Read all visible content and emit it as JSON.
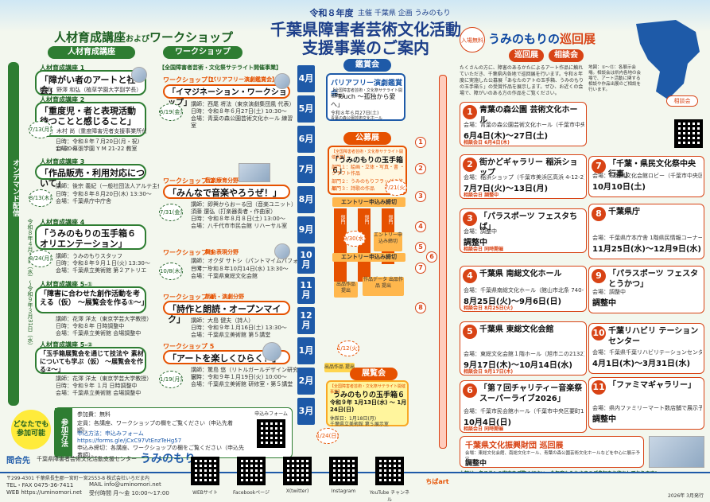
{
  "header": {
    "year": "令和８年度",
    "org_small": "主催 千葉県 企画 うみのもり",
    "title_line1": "千葉県障害者芸術文化活動",
    "title_line2": "支援事業のご案内"
  },
  "left": {
    "heading_main": "人材育成講座",
    "heading_and": "および",
    "heading_ws": "ワークショップ",
    "pill_course": "人材育成講座",
    "pill_ws": "ワークショップ",
    "side_online": "オンデマンド配信",
    "side_period": "令和８年４月１日（水）〜令和９年３月31日（水）",
    "sat_label": "【全国障害者芸術・文化祭サテライト開催事業】",
    "courses": [
      {
        "label": "人材育成講座 1",
        "title": "「障がい者のアートと社会」",
        "meta": "講師：野澤 和弘（植草学園大学副学長）",
        "date": ""
      },
      {
        "label": "人材育成講座 2",
        "title": "「重度児・者と表現活動 待つことと感じること」",
        "meta": "講師：木村 尚（重度障害児者支援事業所代表）",
        "date": "7/13(月)",
        "when": "日時：令和８年７月20日(月・祝) 13:30〜",
        "place": "会場：幕張学園 Y M 21-22 教室"
      },
      {
        "label": "人材育成講座 3",
        "title": "「作品販売・利用対応について」",
        "meta": "講師：後宗 義紀（一般社団法人アルテ主任プランナー）",
        "date": "8/13(木)",
        "when": "日時：令和８年８月20日(木) 13:30〜",
        "place": "会場：千葉県庁中庁舎"
      },
      {
        "label": "人材育成講座 4",
        "title": "「うみのもりの玉手箱６ オリエンテーション」",
        "meta": "講師：うみのもりスタッフ",
        "date": "8/24(月)",
        "when": "日時：令和８年９月１日(火) 13:30〜",
        "place": "会場：千葉県立美術館 第２アトリエ"
      },
      {
        "label": "人材育成講座 5-①",
        "title": "「障害に合わせた創作活動を考える（仮） 〜展覧会を作る①〜」",
        "meta": "講師：花澤 洋太（東京学芸大学教授）",
        "date": "",
        "when": "日時：令和８年 日時調整中",
        "place": "会場：千葉県立美術館 会場調整中"
      },
      {
        "label": "人材育成講座 5-②",
        "title": "「玉手箱展覧会を通じて技法や 素材についても学ぶ（仮） 〜展覧会を作る②〜」",
        "meta": "講師：花澤 洋太（東京学芸大学教授）",
        "date": "",
        "when": "日時：令和９年 １月 日時調整中",
        "place": "会場：千葉県立美術館 会場調整中"
      }
    ],
    "workshops": [
      {
        "label": "ワークショップ 1",
        "tag": "【バリアフリー演劇鑑賞会】",
        "title": "「イマジネーション・ワークショップ」",
        "meta": "講師：西尾 将法（東京演劇集団風 代表）",
        "date": "6/19(金)",
        "when": "日時：令和８年６月27日(土) 10:30〜",
        "place": "会場：青葉の森公園芸術文化ホール 練習室"
      },
      {
        "label": "ワークショップ 2",
        "tag": "音楽療育分野",
        "title": "「みんなで音楽やろうぜ！」",
        "meta": "講師：即興からおーる団（音楽ユニット） 須藤 還弘（打楽器奏者・作曲家）",
        "date": "7/31(金)",
        "when": "日時：令和８年８月８日(土) 13:00〜",
        "place": "会場：八千代市市民会館 リハーサル室"
      },
      {
        "label": "ワークショップ 3",
        "tag": "舞台表現分野",
        "title": "",
        "meta": "講師：オクダ サトシ（パントマイムパフォーマー）",
        "date": "10/8(木)",
        "when": "日時：令和８年10月14日(水) 13:30〜",
        "place": "会場：千葉県東総文化会館"
      },
      {
        "label": "ワークショップ 4",
        "tag": "朗読・演劇分野",
        "title": "「詩作と朗読・オープンマイク」",
        "meta": "講師：大島 健夫（詩人）",
        "date": "",
        "when": "日時：令和９年１月16日(土) 13:30〜",
        "place": "会場：千葉県立美術館 第５講堂"
      },
      {
        "label": "ワークショップ 5",
        "tag": "",
        "title": "「アートを楽しくひらく！」",
        "meta": "講師：驚島 悠（リトルガールデザイン研究家）",
        "date": "1/19(月)",
        "when": "日時：令和９年１月19日(火) 10:00〜",
        "place": "会場：千葉県立美術館 研修室・第５講堂"
      }
    ],
    "apply_title": "参加方法",
    "apply_fee": "参加費：無料",
    "apply_target": "定員：各講座、ワークショップの欄をご覧ください（申込先着順）。",
    "apply_method": "申込方法：申込みフォーム https://forms.gle/jCxC97VtEnzTeHg57",
    "apply_deadline": "申込み締切：各講座、ワークショップの欄をご覧ください（申込先着順）。",
    "everyone": "どなたでも参加可能",
    "form_label": "申込みフォーム"
  },
  "months": [
    "4月",
    "5月",
    "6月",
    "7月",
    "8月",
    "9月",
    "10月",
    "11月",
    "12月",
    "1月",
    "2月",
    "3月"
  ],
  "middle": {
    "appreciation_pill": "鑑賞会",
    "barrier_free_title": "バリアフリー演劇鑑賞会",
    "barrier_free_sub": "【全国障害者芸術・文化祭サテライト開催事業】",
    "touch_title": "「Touch 〜孤独から愛へ」",
    "touch_date": "令和８年６月27日(土)",
    "touch_place": "青葉の森公園芸術文化ホール",
    "open_pill": "公募展",
    "tamatebako_label": "【全国障害者芸術・文化祭サテライト開催事業】",
    "tamatebako": "「うみのもりの玉手箱６」",
    "division1": "部門１：絵画・立体・写真・書 ・クラフト作品",
    "division2": "部門２：うみのもりフラッグの作品",
    "division3": "部門３：詩歌の作品",
    "entry_date": "7/21(火)",
    "entry_pill": "エントリー申込み締切",
    "entry_start": "9/30(水)",
    "apply_label": "エントリー申込み締切",
    "piece_label": "作品データ 出品作品 提出",
    "trim_date": "1/12(火)",
    "exhibition_pill": "展覧会",
    "exhibition_label": "【全国障害者芸術・文化祭サテライト開催事業】",
    "exhibition_title": "うみのもりの玉手箱６",
    "exhibition_dates": "令和９年 1月13日(水) 〜 1月24日(日)",
    "exhibition_extra": "休館日：1月18日(月)",
    "exhibition_place": "千葉県立美術館 第５展示室",
    "deadline_small": "1/24(日)",
    "dept_label": "部門",
    "time_check": "出品作品 提出"
  },
  "right": {
    "open_label": "入場無料",
    "title_prefix": "うみのもりの",
    "title_main": "巡回展",
    "pill_tour": "巡回展",
    "pill_consult": "相談会",
    "intro": "たくさんの方に、障害のあるかたによるアート作品に触れていただき、千葉県内各地で巡回展を行います。令和８年度に実施した公募展「あなたのアトの玉手箱、うみのもりの玉手箱５」の受賞作品を展示します。ぜひ、お近くの会場で、障がいのある方の作品をご覧ください。",
    "map_note": "地図：①〜⑫：各展示会場。相談会は県内各地の会場で、アート活動に関する相談や作品出展のご相談を行います。",
    "consult_label": "相談会",
    "venues": [
      {
        "n": "1",
        "title": "青葉の森公園 芸術文化ホール",
        "place": "会場：青葉の森公園芸術文化ホール（千葉市中央区青葉町977-1）",
        "dates": "6月4日(木)〜27日(土)",
        "consult": "相談会日 6月4日(木)"
      },
      {
        "n": "2",
        "title": "街かどギャラリー 稲浜ショップ",
        "place": "会場：稲浜ショップ（千葉市美浜区高浜 4-12-2）",
        "dates": "7月7日(火)〜13日(月)",
        "consult": "相談会日 調整中"
      },
      {
        "n": "3",
        "title": "「パラスポーツ フェスタちば」",
        "place": "会場：調整中",
        "dates": "調整中",
        "consult": "相談会日 同時開催"
      },
      {
        "n": "4",
        "title": "千葉県 南総文化ホール",
        "place": "会場：千葉県南総文化ホール（館山市北条 740-1）",
        "dates": "8月25日(火)〜9月6日(日)",
        "consult": "相談会日 8月25日(火)"
      },
      {
        "n": "5",
        "title": "千葉県 東総文化会館",
        "place": "会場：東総文化会館１階ホール（旭市ニの2132）",
        "dates": "9月17日(木)〜10月14日(水)",
        "consult": "相談会日 9月17日(木)"
      },
      {
        "n": "6",
        "title": "「第７回チャリティー音楽祭 スーパーライブ2026」",
        "place": "会場：千葉市民会館ホール（千葉市中央区要町1-1）",
        "dates": "10月4日(日)",
        "consult": "相談会日 同時開催"
      },
      {
        "n": "7",
        "title": "「千葉・県民文化祭中央行事」",
        "place": "会場：千葉県文化会館ロビー（千葉市中央区市場町11-2）",
        "dates": "10月10日(土)",
        "consult": ""
      },
      {
        "n": "8",
        "title": "千葉県庁",
        "place": "会場：千葉県庁本庁舎 1階県民情報コーナー（千葉市中央区市場町1-1）",
        "dates": "11月25日(水)〜12月9日(水)",
        "consult": ""
      },
      {
        "n": "9",
        "title": "「パラスポーツ フェスタとうかつ」",
        "place": "会場：調整中",
        "dates": "調整中",
        "consult": ""
      },
      {
        "n": "10",
        "title": "千葉リハビリ テーションセンター",
        "place": "会場：千葉県千葉リハビリテーションセンター 本館２階（千葉市緑区誉田町1-45-2）",
        "dates": "4月1日(木)〜3月31日(水)",
        "consult": ""
      },
      {
        "n": "11",
        "title": "「ファミマギャラリー」",
        "place": "会場：県内ファミリーマート数店舗で展示予定",
        "dates": "調整中",
        "consult": ""
      }
    ],
    "foundation_title": "千葉県文化振興財団 巡回展",
    "foundation_place": "会場：東総文化会館、南総文化ホール、青葉の森公園芸術文化ホールなどを中心に展示予定",
    "foundation_date": "調整中",
    "closing": "上記は、各チラシの案内をご覧ください。今年度もみなさまのご参加をお待ちしております！"
  },
  "footer": {
    "contact_label": "問合先",
    "center": "千葉県障害者芸術文化活動支援センター",
    "brand": "うみのもり",
    "address": "〒299-4301 千葉県長生郡一宮町一宮2553-8 株式会社いろだま内",
    "tel": "TEL・FAX 0475-36-7411",
    "mail": "MAIL info@uminomori.net",
    "web": "WEB https://uminomori.net",
    "hours": "受付時間 月〜金 10:00〜17:00",
    "qr_labels": [
      "WEBサイト",
      "Facebookページ",
      "X(twitter)",
      "Instagram",
      "YouTube チャンネル"
    ],
    "logo_text": "ちばart",
    "issued": "2026年 3月発行"
  },
  "colors": {
    "green": "#2e7d32",
    "blue": "#1e5aa8",
    "orange": "#d84315",
    "yellow": "#ffd54f"
  }
}
